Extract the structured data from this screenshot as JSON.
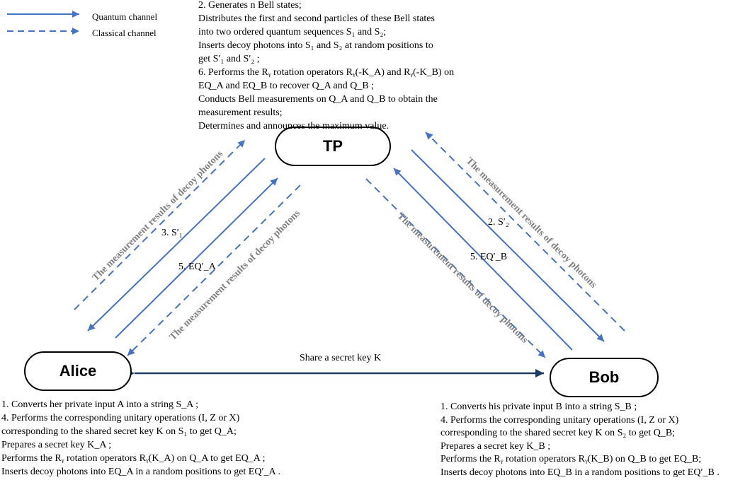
{
  "legend": {
    "quantum": "Quantum channel",
    "classical": "Classical channel"
  },
  "colors": {
    "line": "#4472c4",
    "arrow_grey": "#808080"
  },
  "nodes": {
    "tp": "TP",
    "alice": "Alice",
    "bob": "Bob"
  },
  "tp_text": [
    "2. Generates n Bell states;",
    "Distributes the first and second particles of these Bell states",
    "into two ordered quantum sequences S₁ and S₂;",
    "Inserts decoy photons into S₁ and S₂ at random positions to",
    "get S′₁ and S′₂ ;",
    "6. Performs the Rᵧ rotation operators Rᵧ(-K_A) and Rᵧ(-K_B) on",
    "EQ_A and EQ_B to recover Q_A and Q_B ;",
    "Conducts Bell measurements on Q_A and Q_B to obtain the",
    "measurement results;",
    "Determines and announces the maximum value."
  ],
  "alice_text": [
    "1. Converts her private input A into a string S_A ;",
    "4. Performs the corresponding unitary operations (I, Z or X)",
    "corresponding to the shared secret key K on S₁ to get Q_A;",
    "Prepares a secret key K_A ;",
    "Performs the Rᵧ rotation operators Rᵧ(K_A) on Q_A to get EQ_A ;",
    "Inserts decoy photons into EQ_A in a random positions to get EQ′_A ."
  ],
  "bob_text": [
    "1. Converts his private input B into a string S_B ;",
    "4. Performs the corresponding unitary operations (I, Z or X)",
    "corresponding to the shared secret key K on S₂ to get Q_B;",
    "Prepares a secret key K_B ;",
    "Performs the Rᵧ rotation operators Rᵧ(K_B) on Q_B to get EQ_B;",
    "Inserts decoy photons into EQ_B in a random positions to get EQ′_B ."
  ],
  "edge_labels": {
    "shared_key": "Share a secret key K",
    "s1": "3. S′₁",
    "eq_a": "5. EQ′_A",
    "s2": "2. S′₂",
    "eq_b": "5. EQ′_B",
    "decoy": "The measurement results of decoy photons"
  }
}
